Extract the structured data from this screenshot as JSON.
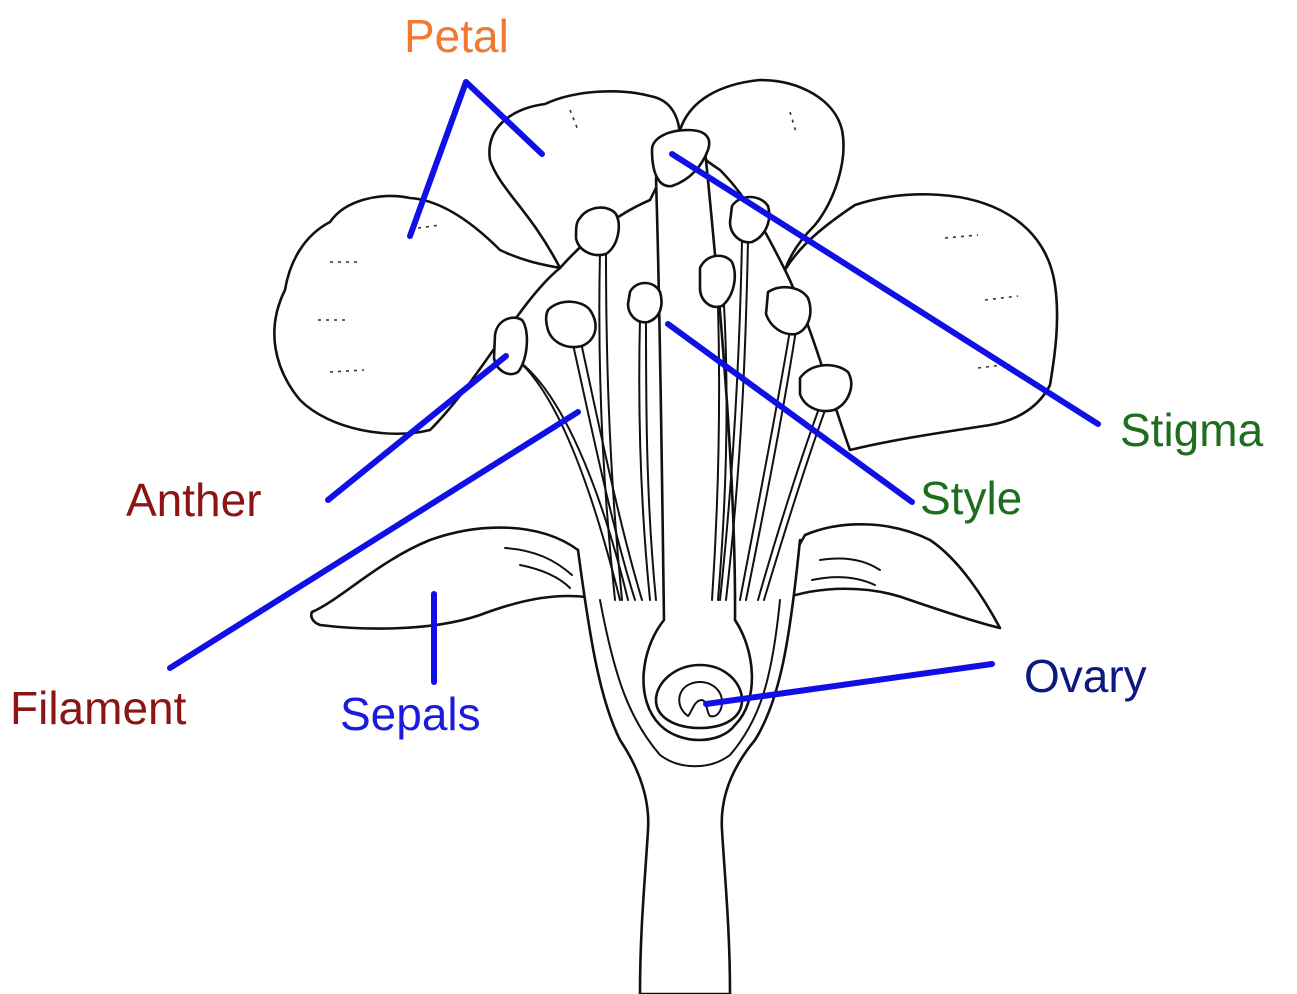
{
  "labels": {
    "petal": "Petal",
    "stigma": "Stigma",
    "anther": "Anther",
    "style": "Style",
    "filament": "Filament",
    "sepals": "Sepals",
    "ovary": "Ovary"
  },
  "colors": {
    "petal": "#f07a32",
    "stigma": "#1f6e1f",
    "style": "#1f6e1f",
    "anther": "#8b1515",
    "filament": "#8b1515",
    "sepals": "#1a1ae0",
    "ovary": "#0c1a80",
    "leader": "#1010e6"
  }
}
